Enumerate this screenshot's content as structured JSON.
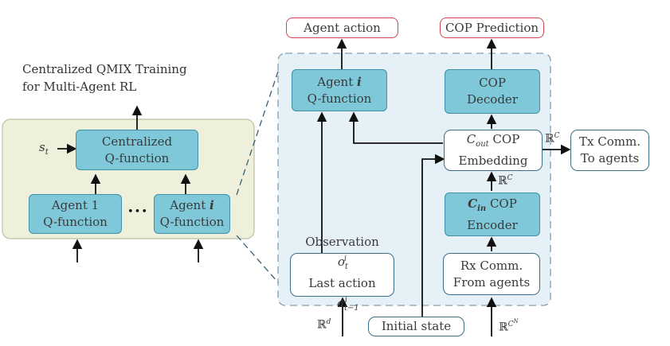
{
  "left_panel": {
    "title_line1": "Centralized QMIX Training",
    "title_line2": "for Multi-Agent RL",
    "state_label": "s_t",
    "centralized_line1": "Centralized",
    "centralized_line2": "Q-function",
    "agent1_line1": "Agent 1",
    "agent1_line2": "Q-function",
    "ellipsis": "•••",
    "agenti_line1": "Agent i",
    "agenti_line2": "Q-function"
  },
  "right_panel": {
    "agent_action": "Agent action",
    "cop_prediction": "COP Prediction",
    "agent_q_line1": "Agent i",
    "agent_q_line2": "Q-function",
    "cop_decoder_line1": "COP",
    "cop_decoder_line2": "Decoder",
    "cout_sub": "out",
    "cout_rest": " COP",
    "cout_line2": "Embedding",
    "cin_sub": "in",
    "cin_rest": " COP",
    "cin_line2": "Encoder",
    "obs_line1": "Observation o",
    "obs_line2": "Last action a",
    "rx_line1": "Rx Comm.",
    "rx_line2": "From agents",
    "initial_state": "Initial state",
    "tx_line1": "Tx Comm.",
    "tx_line2": "To agents",
    "rc_label_out": "ℝ^C",
    "rc_label_mid": "ℝ^C",
    "rd_label": "ℝ^d",
    "rcn_label": "ℝ^{C^N}"
  },
  "colors": {
    "teal_fill": "#7ec8d9",
    "teal_border": "#3f8fa6",
    "left_bg": "#eef0dc",
    "right_bg": "#e6f0f7",
    "output_border": "#d2464f"
  }
}
